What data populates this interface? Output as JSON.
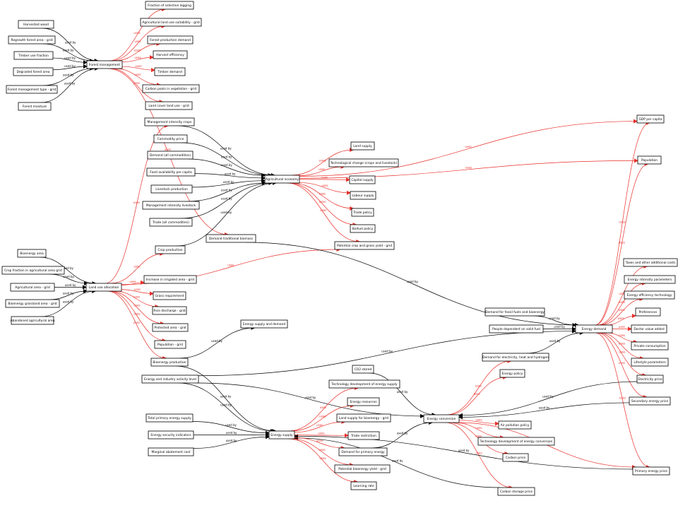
{
  "colors": {
    "uses": "#e8302a",
    "used_by": "#000000",
    "box_stroke": "#000000"
  },
  "edge_labels": {
    "uses": "uses",
    "used_by": "used by"
  },
  "nodes": {
    "harvested_wood": "Harvested wood",
    "regrowth_forest_area": "Regrowth forest area - grid",
    "timber_use_fraction": "Timber use fraction",
    "degraded_forest_area": "Degraded forest area",
    "forest_management_type": "Forest management type - grid",
    "forest_moisture": "Forest moisture",
    "forest_management": "Forest management",
    "fraction_selective_logging": "Fraction of selective logging",
    "agri_land_use_suitability": "Agricultural land use suitability - grid",
    "forest_production_demand": "Forest production demand",
    "harvest_efficiency": "Harvest efficiency",
    "timber_demand": "Timber demand",
    "carbon_pools": "Carbon pools in vegetation - grid",
    "land_cover_land_use": "Land cover land use - grid",
    "mgmt_intensity_crops": "Management intensity crops",
    "commodity_price": "Commodity price",
    "demand_all_commodities": "Demand (all commodities)",
    "food_availability": "Food availability per capita",
    "livestock_production": "Livestock production",
    "mgmt_intensity_livestock": "Management intensity livestock",
    "trade_all_commodities": "Trade (all commodities)",
    "agricultural_economy": "Agricultural economy",
    "land_supply": "Land supply",
    "technological_change": "Technological change (crops and livestock)",
    "capital_supply": "Capital supply",
    "labour_supply": "Labour supply",
    "trade_policy": "Trade policy",
    "biofuel_policy": "Biofuel policy",
    "potential_crop_grass_yield": "Potential crop and grass yield - grid",
    "demand_traditional_biomass": "Demand traditional biomass",
    "crop_production": "Crop production",
    "gdp_per_capita": "GDP per capita",
    "population": "Population",
    "bioenergy_area": "Bioenergy area",
    "crop_fraction_agri_area": "Crop fraction in agricultural area grid",
    "agri_area_grid": "Agricultural area - grid",
    "bioenergy_grassland_area": "Bioenergy grassland area - grid",
    "abandoned_agri_area": "Abandoned agricultural area",
    "land_use_allocation": "Land use allocation",
    "increase_irrigated_area": "Increase in irrigated area - grid",
    "grass_requirement": "Grass requirement",
    "rice_discharge": "Rice discharge - grid",
    "protected_area": "Protected area - grid",
    "population_grid": "Population - grid",
    "bioenergy_production": "Bioenergy production",
    "energy_supply_demand": "Energy supply and demand",
    "energy_industry_activity": "Energy and industry activity level",
    "taxes_additional_costs": "Taxes and other additional costs",
    "energy_intensity_params": "Energy intensity parameters",
    "energy_efficiency_tech": "Energy efficiency technology",
    "preferences": "Preferences",
    "doctor_value_added": "Doctor value added",
    "private_consumption": "Private consumption",
    "lifestyle_parameters": "Lifestyle parameters",
    "electricity_price": "Electricity price",
    "secondary_energy_price": "Secondary energy price",
    "demand_fossil_bioenergy": "Demand for fossil fuels and bioenergy",
    "people_dependent_solid_fuel": "People dependent on solid fuel",
    "energy_demand": "Energy demand",
    "co2_stored": "CO2 stored",
    "demand_electricity_heat_h2": "Demand for electricity, heat and hydrogen",
    "energy_policy": "Energy policy",
    "energy_conversion": "Energy conversion",
    "air_pollution_policy": "Air pollution policy",
    "tech_dev_energy_conversion": "Technology development of energy conversion",
    "carbon_price": "Carbon price",
    "carbon_storage_price": "Carbon storage price",
    "primary_energy_price": "Primary energy price",
    "total_primary_energy_supply": "Total primary energy supply",
    "energy_security_indicators": "Energy security indicators",
    "marginal_abatement_cost": "Marginal abatement cost",
    "energy_supply": "Energy supply",
    "tech_dev_energy_supply": "Technology development of energy supply",
    "energy_resources": "Energy resources",
    "land_supply_bioenergy": "Land supply for bioenergy - grid",
    "trade_restriction": "Trade restriction",
    "demand_primary_energy": "Demand for primary energy",
    "potential_bioenergy_yield": "Potential bioenergy yield - grid",
    "learning_rate": "Learning rate"
  }
}
